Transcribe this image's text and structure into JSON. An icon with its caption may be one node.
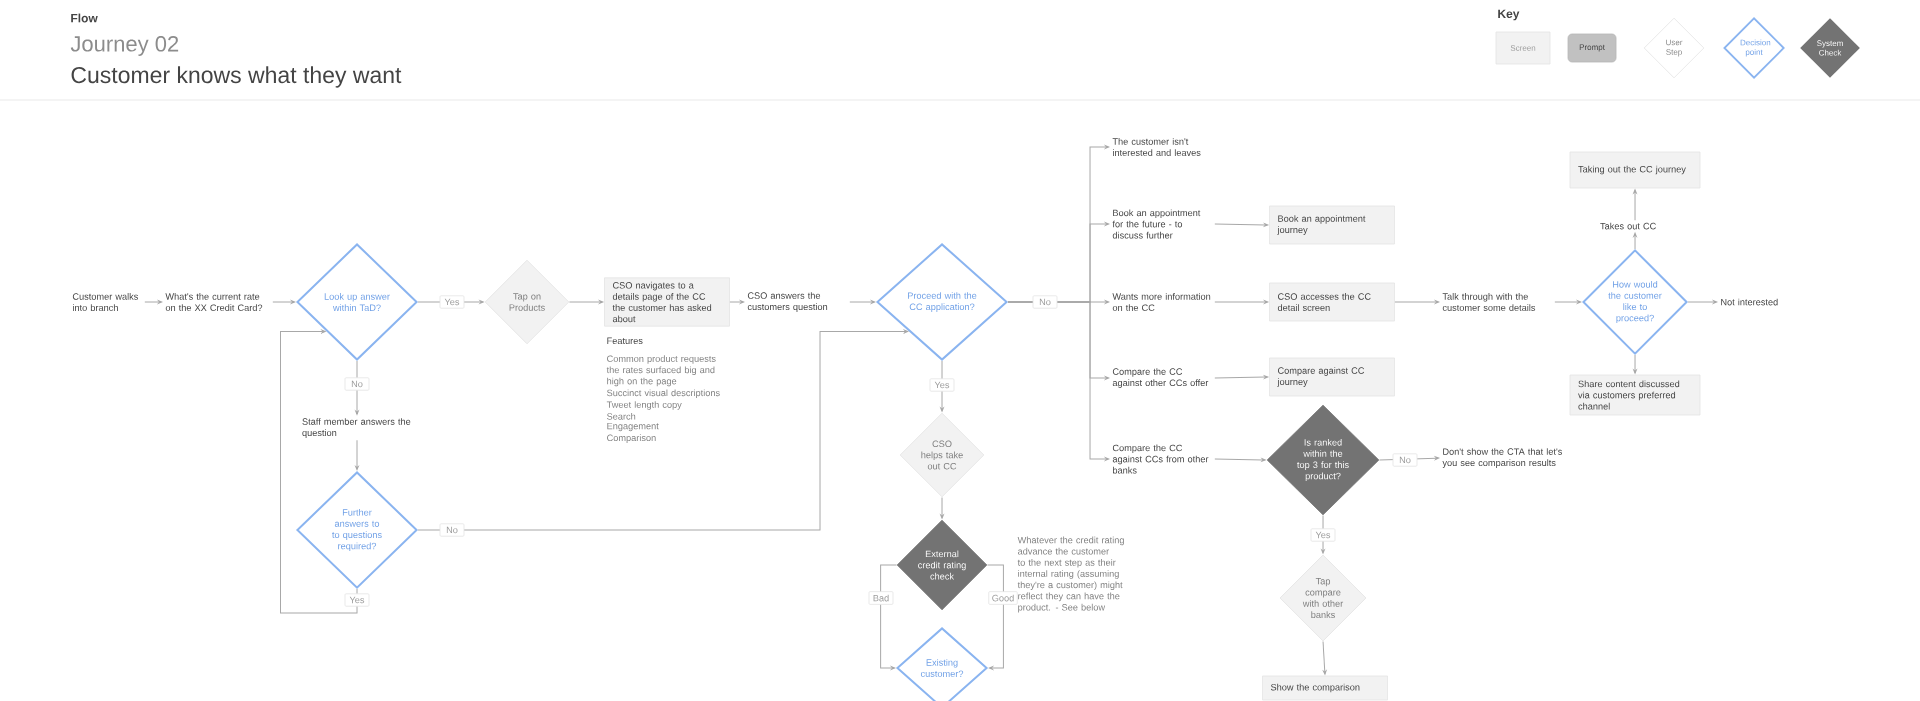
{
  "diagram": {
    "title": "Customer knows what they want",
    "nodes": [
      {
        "text": [
          "Customer walks into branch"
        ]
      },
      {
        "text": [
          "What's the current rate on the XX Credit Card?"
        ]
      },
      {
        "text": [
          "Look up answer within TaD?"
        ]
      },
      {
        "text": [
          "Tap on Products"
        ]
      },
      {
        "text": [
          "CSO navigates to a details page of the CC the customer has asked about"
        ],
        "beside": [
          "Features",
          "Common product requests the rates surfaced big and high on the page",
          "Succinct visual descriptions",
          "Tweet length copy",
          "Search",
          "Engagement",
          "Comparison"
        ]
      },
      {
        "text": [
          "Staff member answers the question"
        ]
      },
      {
        "text": [
          "Further answers to to questions required?"
        ]
      },
      {
        "text": [
          "CSO answers the customers question"
        ]
      },
      {
        "text": [
          "Proceed with the CC application?"
        ]
      },
      {
        "text": [
          "CSO helps take out CC"
        ]
      },
      {
        "text": [
          "External credit rating check"
        ],
        "beside": [
          "Whatever the credit rating advance the customer to the next step as their internal rating (assuming they're a customer) might reflect they can have the product. - See below"
        ]
      },
      {
        "text": [
          "Existing customer?"
        ]
      },
      {
        "text": [
          "The customer isn't interested and leaves"
        ]
      },
      {
        "text": [
          "Book an appointment for the future - to discuss further"
        ]
      },
      {
        "text": [
          "Wants more information on the CC"
        ]
      },
      {
        "text": [
          "Compare the CC against other CCs offer"
        ]
      },
      {
        "text": [
          "Compare the CC against CCs from other banks"
        ]
      },
      {
        "text": [
          "Book an appointment journey"
        ]
      },
      {
        "text": [
          "CSO accesses the CC detail screen"
        ]
      },
      {
        "text": [
          "Compare against CC journey"
        ]
      },
      {
        "text": [
          "Is ranked within the top 3 for this product?"
        ]
      },
      {
        "text": [
          "Don't show the CTA that let's you see comparison results"
        ]
      },
      {
        "text": [
          "Tap compare with other banks"
        ]
      },
      {
        "text": [
          "Show the comparison"
        ]
      },
      {
        "text": [
          "Talk through with the customer some details"
        ]
      },
      {
        "text": [
          "How would the customer like to proceed?"
        ]
      },
      {
        "text": [
          "Not interested"
        ]
      },
      {
        "text": [
          "Takes out CC"
        ]
      },
      {
        "text": [
          "Taking out the CC journey"
        ]
      },
      {
        "text": [
          "Share content discussed via customers preferred channel"
        ]
      }
    ],
    "edges": [
      {
        "from": 0,
        "to": 1,
        "arrow": "to"
      },
      {
        "from": 1,
        "to": 2,
        "arrow": "to"
      },
      {
        "from": 2,
        "to": 3,
        "arrow": "to",
        "label": "Yes"
      },
      {
        "from": 3,
        "to": 4,
        "arrow": "to"
      },
      {
        "from": 4,
        "to": 7,
        "arrow": "to"
      },
      {
        "from": 7,
        "to": 8,
        "arrow": "to"
      },
      {
        "from": 2,
        "to": 5,
        "arrow": "to",
        "label": "No"
      },
      {
        "from": 5,
        "to": 6,
        "arrow": "to"
      },
      {
        "from": 6,
        "to": 8,
        "arrow": "to",
        "label": "No"
      },
      {
        "from": 6,
        "to": 2,
        "arrow": "to",
        "label": "Yes"
      },
      {
        "from": 8,
        "to": 9,
        "arrow": "to",
        "label": "Yes"
      },
      {
        "from": 9,
        "to": 10,
        "arrow": "to"
      },
      {
        "from": 10,
        "to": 11,
        "arrow": "to",
        "label": "Bad"
      },
      {
        "from": 10,
        "to": 11,
        "arrow": "to",
        "label": "Good"
      },
      {
        "from": 8,
        "to": 12,
        "arrow": "to"
      },
      {
        "from": 8,
        "to": 13,
        "arrow": "to"
      },
      {
        "from": 8,
        "to": 14,
        "arrow": "to",
        "label": "No"
      },
      {
        "from": 8,
        "to": 15,
        "arrow": "to"
      },
      {
        "from": 8,
        "to": 16,
        "arrow": "to"
      },
      {
        "from": 13,
        "to": 17,
        "arrow": "to"
      },
      {
        "from": 14,
        "to": 18,
        "arrow": "to"
      },
      {
        "from": 15,
        "to": 19,
        "arrow": "to"
      },
      {
        "from": 16,
        "to": 20,
        "arrow": "to"
      },
      {
        "from": 20,
        "to": 21,
        "arrow": "to",
        "label": "No"
      },
      {
        "from": 20,
        "to": 22,
        "arrow": "to",
        "label": "Yes"
      },
      {
        "from": 22,
        "to": 23,
        "arrow": "to"
      },
      {
        "from": 18,
        "to": 24,
        "arrow": "to"
      },
      {
        "from": 24,
        "to": 25,
        "arrow": "to"
      },
      {
        "from": 25,
        "to": 26,
        "arrow": "to"
      },
      {
        "from": 25,
        "to": 27,
        "arrow": "to"
      },
      {
        "from": 27,
        "to": 28,
        "arrow": "to"
      },
      {
        "from": 25,
        "to": 29,
        "arrow": "to"
      }
    ],
    "labels": [
      "Flow",
      "Journey 02",
      "Key"
    ],
    "legend": [
      {
        "text": "Screen"
      },
      {
        "text": "Prompt"
      },
      {
        "text": "User Step"
      },
      {
        "text": "Decision point"
      },
      {
        "text": "System Check"
      }
    ]
  }
}
